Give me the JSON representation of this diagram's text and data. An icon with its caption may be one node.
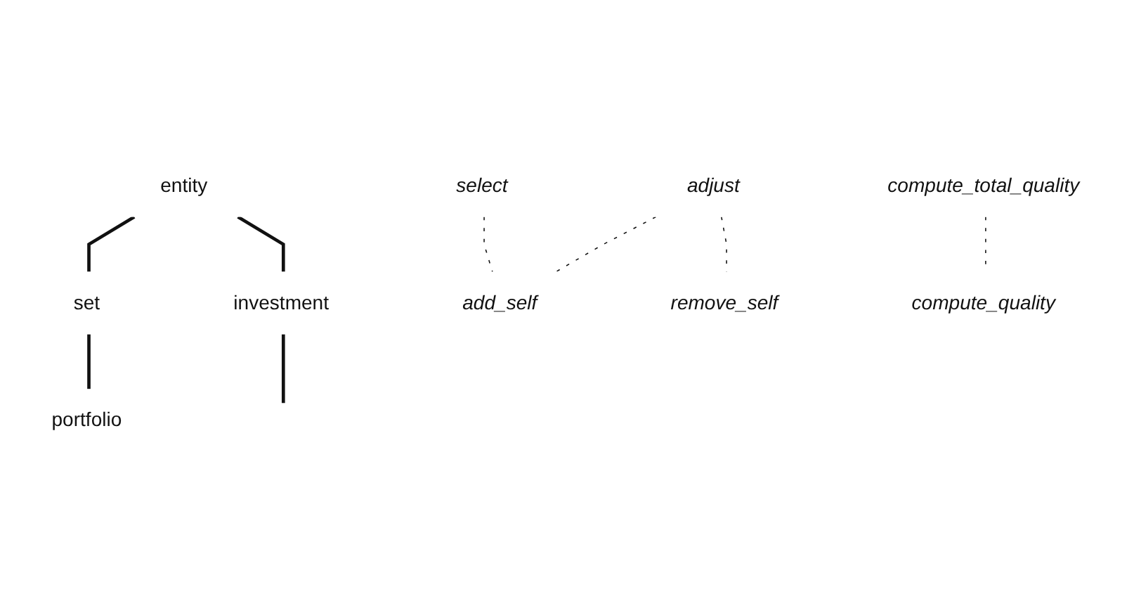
{
  "diagram": {
    "nodes": [
      {
        "text": [
          "entity"
        ]
      },
      {
        "text": [
          "set"
        ]
      },
      {
        "text": [
          "investment"
        ]
      },
      {
        "text": [
          "portfolio"
        ]
      },
      {
        "text": [
          "select"
        ]
      },
      {
        "text": [
          "adjust"
        ]
      },
      {
        "text": [
          "compute_total_quality"
        ]
      },
      {
        "text": [
          "add_self"
        ]
      },
      {
        "text": [
          "remove_self"
        ]
      },
      {
        "text": [
          "compute_quality"
        ]
      }
    ],
    "edges": [
      {
        "from": 0,
        "to": 1,
        "arrow": "none",
        "style": "thick"
      },
      {
        "from": 0,
        "to": 2,
        "arrow": "none",
        "style": "thick"
      },
      {
        "from": 1,
        "to": 3,
        "arrow": "none",
        "style": "thick"
      },
      {
        "from": 2,
        "to": null,
        "arrow": "none",
        "style": "thick"
      },
      {
        "from": 4,
        "to": 7,
        "arrow": "none",
        "style": "dashed"
      },
      {
        "from": 5,
        "to": 7,
        "arrow": "none",
        "style": "dashed"
      },
      {
        "from": 5,
        "to": 8,
        "arrow": "none",
        "style": "dashed"
      },
      {
        "from": 6,
        "to": 9,
        "arrow": "none",
        "style": "dashed"
      }
    ]
  }
}
